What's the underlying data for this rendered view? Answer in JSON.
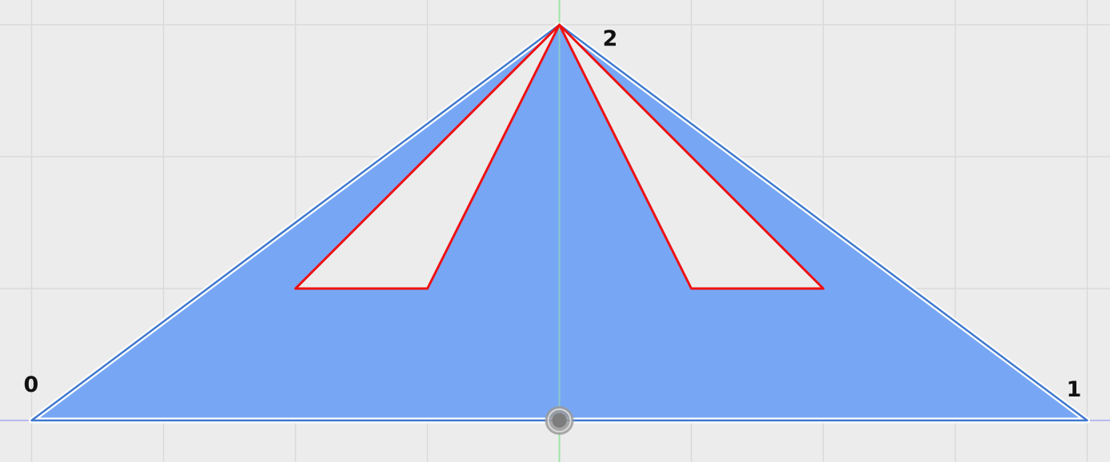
{
  "viewport": {
    "grid_visible": true,
    "grid_spacing_units": 1,
    "x_range_units": [
      -4,
      4.2
    ],
    "y_range_units": [
      -0.3,
      3.1
    ]
  },
  "polygon": {
    "fill_color": "#77a7f4",
    "edge_color": "#3f79cf",
    "outline_color": "#ffffff",
    "vertices": [
      {
        "label": "0",
        "x": -4,
        "y": 0
      },
      {
        "label": "1",
        "x": 4,
        "y": 0
      },
      {
        "label": "2",
        "x": 0,
        "y": 3
      }
    ]
  },
  "holes": {
    "stroke_color": "#ee1111",
    "items": [
      [
        {
          "x": 0,
          "y": 3
        },
        {
          "x": -2,
          "y": 1
        },
        {
          "x": -1,
          "y": 1
        }
      ],
      [
        {
          "x": 0,
          "y": 3
        },
        {
          "x": 1,
          "y": 1
        },
        {
          "x": 2,
          "y": 1
        }
      ]
    ]
  },
  "axes": {
    "x_color": "#b9b9f0",
    "y_color": "#9be6a6"
  },
  "origin_gizmo": {
    "icon": "pivot-circle-icon",
    "x": 0,
    "y": 0
  }
}
